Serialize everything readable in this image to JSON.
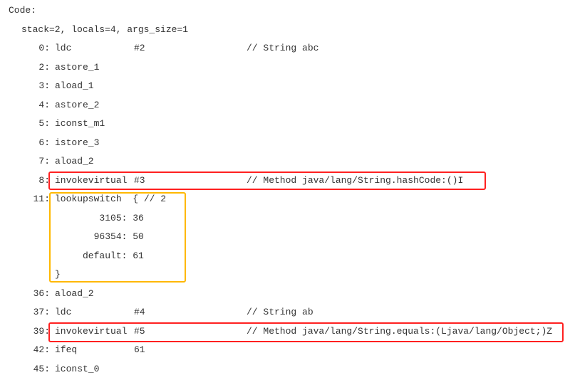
{
  "header": "Code:",
  "stack_info": "stack=2, locals=4, args_size=1",
  "lines": [
    {
      "offset": "0:",
      "opcode": "ldc",
      "operand": "#2",
      "comment": "// String abc"
    },
    {
      "offset": "2:",
      "opcode": "astore_1",
      "operand": "",
      "comment": ""
    },
    {
      "offset": "3:",
      "opcode": "aload_1",
      "operand": "",
      "comment": ""
    },
    {
      "offset": "4:",
      "opcode": "astore_2",
      "operand": "",
      "comment": ""
    },
    {
      "offset": "5:",
      "opcode": "iconst_m1",
      "operand": "",
      "comment": ""
    },
    {
      "offset": "6:",
      "opcode": "istore_3",
      "operand": "",
      "comment": ""
    },
    {
      "offset": "7:",
      "opcode": "aload_2",
      "operand": "",
      "comment": ""
    },
    {
      "offset": "8:",
      "opcode": "invokevirtual",
      "operand": "#3",
      "comment": "// Method java/lang/String.hashCode:()I"
    },
    {
      "offset": "11:",
      "opcode": "lookupswitch",
      "operand": "",
      "comment": "",
      "raw": "lookupswitch  { // 2"
    },
    {
      "offset": "",
      "opcode": "",
      "operand": "",
      "comment": "",
      "raw": "        3105: 36"
    },
    {
      "offset": "",
      "opcode": "",
      "operand": "",
      "comment": "",
      "raw": "       96354: 50"
    },
    {
      "offset": "",
      "opcode": "",
      "operand": "",
      "comment": "",
      "raw": "     default: 61"
    },
    {
      "offset": "",
      "opcode": "",
      "operand": "",
      "comment": "",
      "raw": "}"
    },
    {
      "offset": "36:",
      "opcode": "aload_2",
      "operand": "",
      "comment": ""
    },
    {
      "offset": "37:",
      "opcode": "ldc",
      "operand": "#4",
      "comment": "// String ab"
    },
    {
      "offset": "39:",
      "opcode": "invokevirtual",
      "operand": "#5",
      "comment": "// Method java/lang/String.equals:(Ljava/lang/Object;)Z"
    },
    {
      "offset": "42:",
      "opcode": "ifeq",
      "operand": "61",
      "comment": ""
    },
    {
      "offset": "45:",
      "opcode": "iconst_0",
      "operand": "",
      "comment": ""
    }
  ],
  "highlight_colors": {
    "red": "#ff2020",
    "yellow": "#ffb800"
  }
}
